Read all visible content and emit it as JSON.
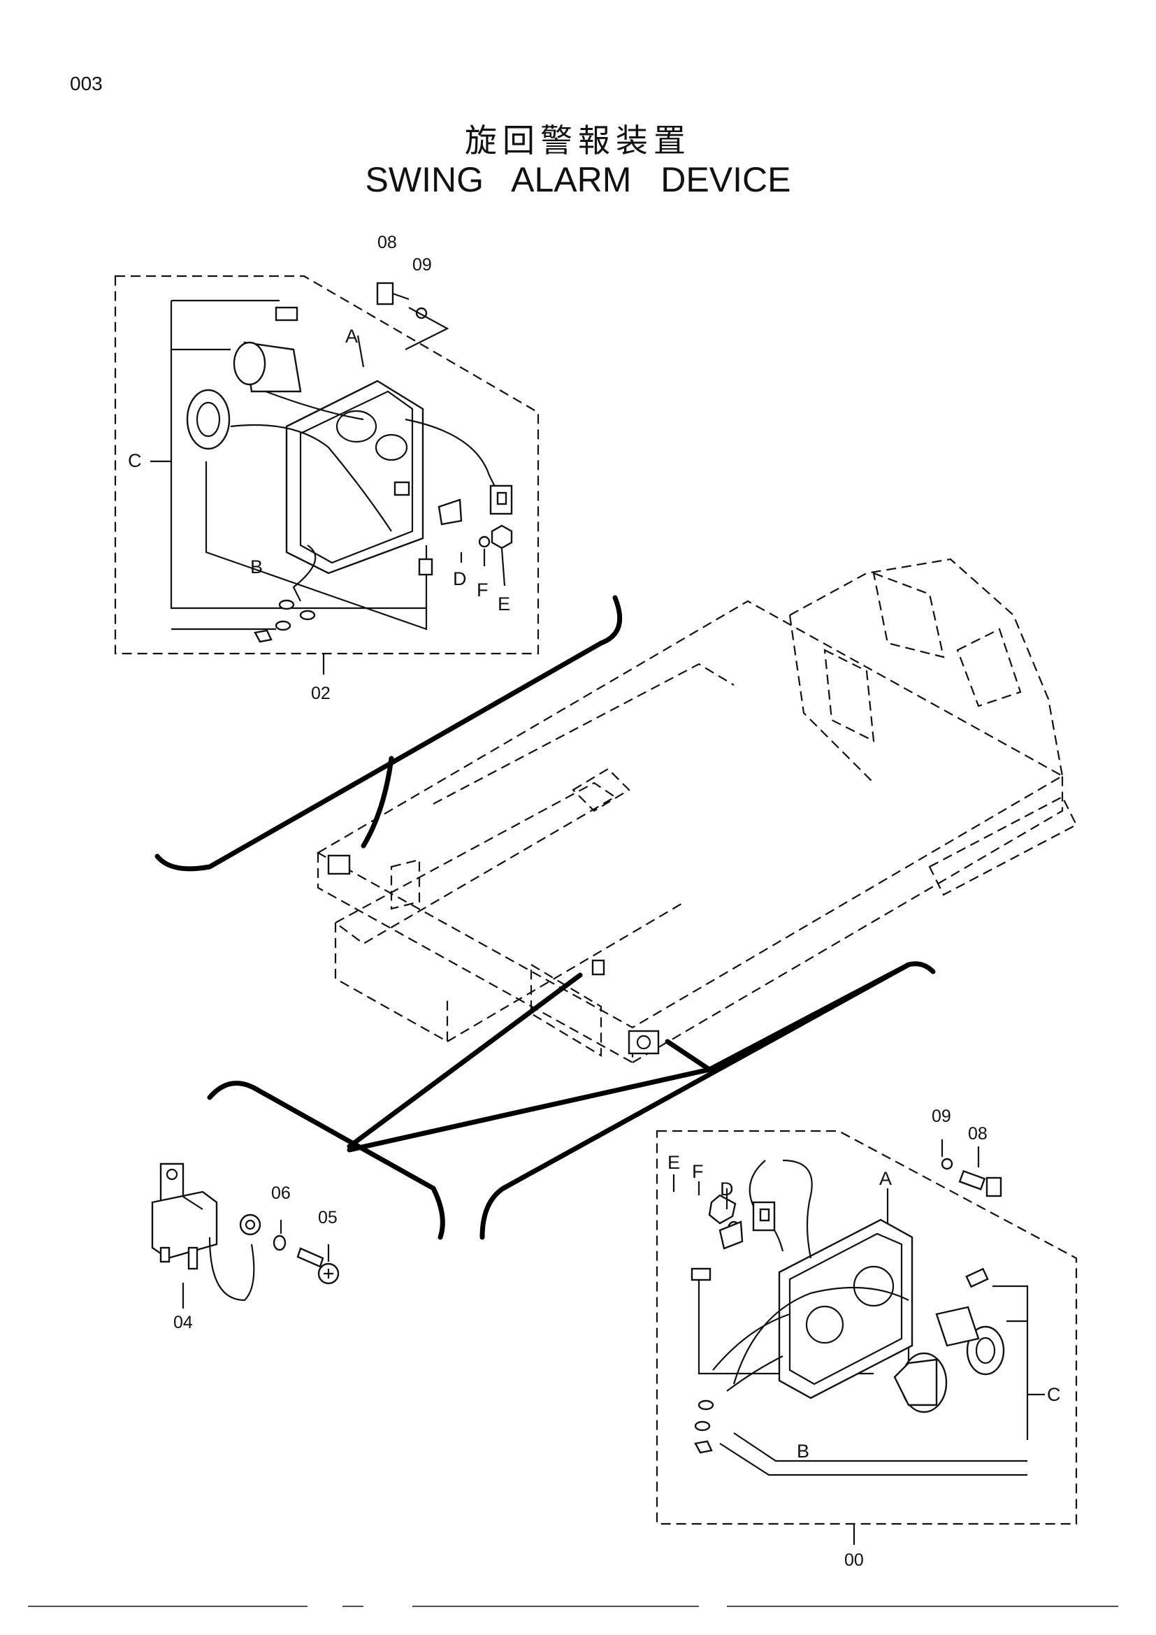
{
  "page_number": "003",
  "title_jp": "旋回警報装置",
  "title_en": "SWING   ALARM   DEVICE",
  "callouts": {
    "upper": {
      "assembly": "02",
      "bolt": "08",
      "washer": "09",
      "bracket_a": "A",
      "harness_b": "B",
      "alarm_c": "C",
      "clip_d": "D",
      "nut_e": "E",
      "washer_f": "F"
    },
    "lower": {
      "assembly": "00",
      "bolt": "08",
      "washer": "09",
      "bracket_a": "A",
      "harness_b": "B",
      "alarm_c": "C",
      "clip_d": "D",
      "nut_e": "E",
      "washer_f": "F"
    },
    "relay": {
      "relay": "04",
      "screw": "05",
      "washer": "06"
    }
  }
}
